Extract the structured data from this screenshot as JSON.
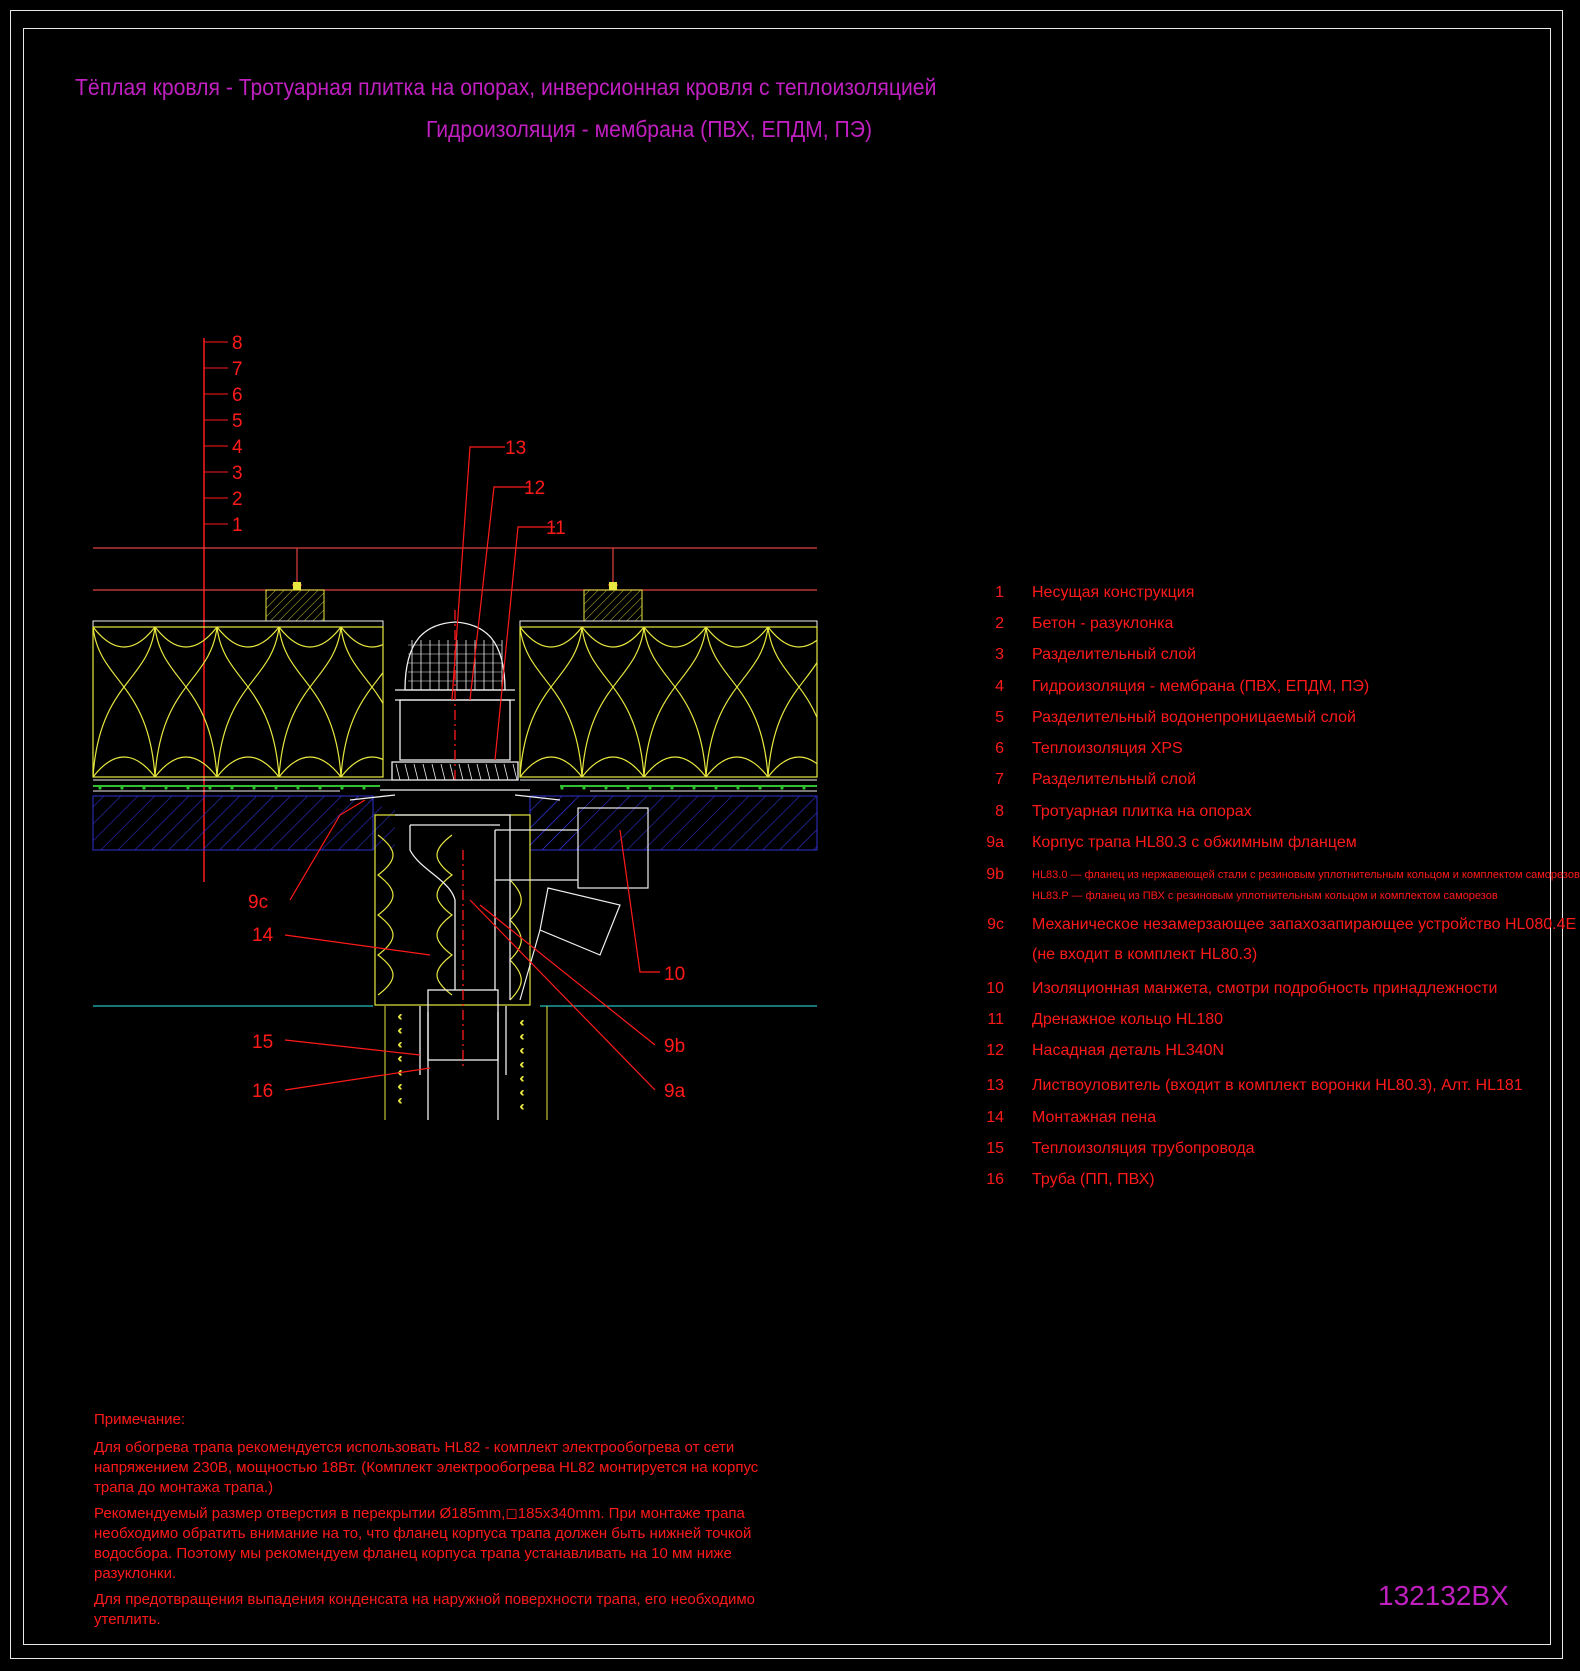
{
  "title": {
    "line1": "Тёплая кровля - Тротуарная плитка на опорах, инверсионная кровля с теплоизоляцией",
    "line2": "Гидроизоляция - мембрана (ПВХ, ЕПДМ, ПЭ)"
  },
  "layer_markers": [
    "8",
    "7",
    "6",
    "5",
    "4",
    "3",
    "2",
    "1"
  ],
  "callouts": {
    "c13": "13",
    "c12": "12",
    "c11": "11",
    "c9c": "9с",
    "c14": "14",
    "c15": "15",
    "c16": "16",
    "c10": "10",
    "c9b": "9b",
    "c9a": "9a"
  },
  "legend": [
    {
      "num": "1",
      "text": "Несущая конструкция"
    },
    {
      "num": "2",
      "text": "Бетон - разуклонка"
    },
    {
      "num": "3",
      "text": "Разделительный слой"
    },
    {
      "num": "4",
      "text": "Гидроизоляция - мембрана (ПВХ, ЕПДМ, ПЭ)"
    },
    {
      "num": "5",
      "text": "Разделительный водонепроницаемый слой"
    },
    {
      "num": "6",
      "text": "Теплоизоляция XPS"
    },
    {
      "num": "7",
      "text": "Разделительный слой"
    },
    {
      "num": "8",
      "text": "Тротуарная плитка на опорах"
    },
    {
      "num": "9a",
      "text": "Корпус трапа HL80.3 с обжимным фланцем"
    },
    {
      "num": "9b",
      "text": "HL83.0 — фланец из нержавеющей стали с резиновым уплотнительным кольцом и комплектом саморезов",
      "text2": "HL83.P — фланец из ПВХ с резиновым уплотнительным кольцом и комплектом саморезов"
    },
    {
      "num": "9c",
      "text": "Механическое незамерзающее запахозапирающее устройство HL080.4E",
      "text2": "(не входит в комплект HL80.3)"
    },
    {
      "num": "10",
      "text": "Изоляционная  манжета, смотри подробность принадлежности"
    },
    {
      "num": "11",
      "text": "Дренажное кольцо HL180"
    },
    {
      "num": "12",
      "text": "Насадная деталь HL340N"
    },
    {
      "num": "13",
      "text": "Листвоуловитель (входит в комплект воронки HL80.3), Алт. HL181"
    },
    {
      "num": "14",
      "text": "Монтажная пена"
    },
    {
      "num": "15",
      "text": "Теплоизоляция трубопровода"
    },
    {
      "num": "16",
      "text": "Труба (ПП, ПВХ)"
    }
  ],
  "notes": {
    "heading": "Примечание:",
    "p1": "Для обогрева трапа рекомендуется использовать HL82 - комплект электрообогрева от сети напряжением 230В, мощностью 18Вт. (Комплект электрообогрева HL82 монтируется на корпус трапа до монтажа трапа.)",
    "p2": "Рекомендуемый размер отверстия в перекрытии Ø185mm,◻185x340mm. При монтаже трапа необходимо обратить внимание на то, что фланец корпуса трапа должен быть нижней точкой водосбора. Поэтому мы рекомендуем фланец корпуса трапа устанавливать на 10 мм ниже разуклонки.",
    "p3": "Для предотвращения выпадения конденсата на наружной поверхности трапа, его необходимо утеплить."
  },
  "drawing_code": "132132BX",
  "colors": {
    "background": "#000000",
    "frame": "#e8e8e8",
    "title": "#c020c0",
    "text": "#ff1a1a",
    "insulation": "#e8e840",
    "concrete": "#3030d0",
    "slab_line": "#20c0c0",
    "drain": "#f0f0f0",
    "membrane": "#30c030"
  }
}
